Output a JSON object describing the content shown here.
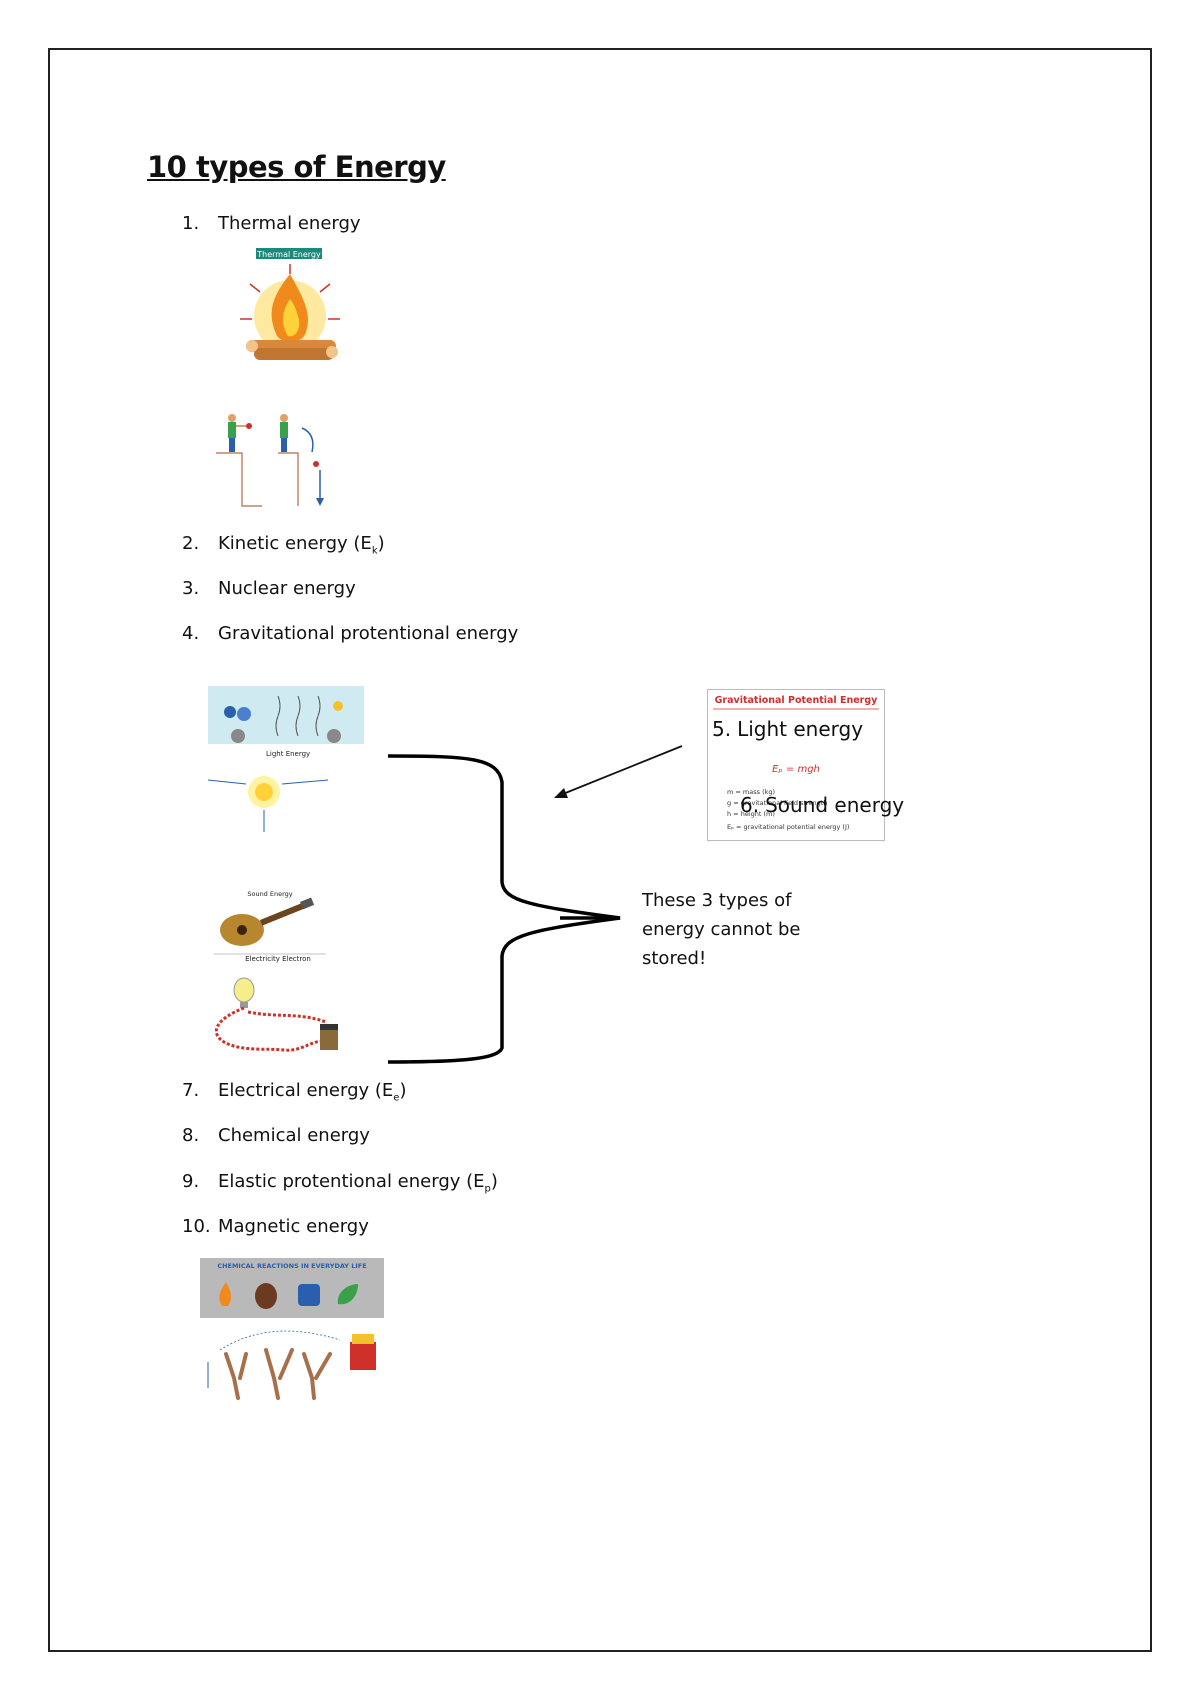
{
  "title": "10 types of Energy",
  "items": [
    {
      "num": "1.",
      "label": "Thermal energy"
    },
    {
      "num": "2.",
      "label": "Kinetic energy (E",
      "sub": "k",
      "tail": ")"
    },
    {
      "num": "3.",
      "label": "Nuclear energy"
    },
    {
      "num": "4.",
      "label": "Gravitational protentional energy"
    },
    {
      "num": "5.",
      "label": "Light energy"
    },
    {
      "num": "6.",
      "label": "Sound energy"
    },
    {
      "num": "7.",
      "label": "Electrical energy (E",
      "sub": "e",
      "tail": ")"
    },
    {
      "num": "8.",
      "label": "Chemical energy"
    },
    {
      "num": "9.",
      "label": "Elastic protentional energy (E",
      "sub": "p",
      "tail": ")"
    },
    {
      "num": "10.",
      "label": "Magnetic energy"
    }
  ],
  "note": "These 3 types of energy cannot be stored!",
  "figures": {
    "thermal": {
      "heading": "Thermal Energy"
    },
    "light": {
      "heading": "Light Energy"
    },
    "sound": {
      "heading": "Sound Energy"
    },
    "electric": {
      "heading": "Electricity Electron"
    },
    "chemical": {
      "heading": "CHEMICAL REACTIONS IN EVERYDAY LIFE"
    },
    "gpe": {
      "heading": "Gravitational Potential Energy",
      "formula": "Eₚ = mgh",
      "legend": [
        "m = mass (kg)",
        "g = gravitational field strength",
        "h = height (m)",
        "Eₚ = gravitational potential energy (J)"
      ]
    }
  },
  "colors": {
    "teal": "#1b8a7a",
    "red": "#d0302a",
    "flame": "#f08a1c",
    "blue": "#2a5fb0"
  }
}
